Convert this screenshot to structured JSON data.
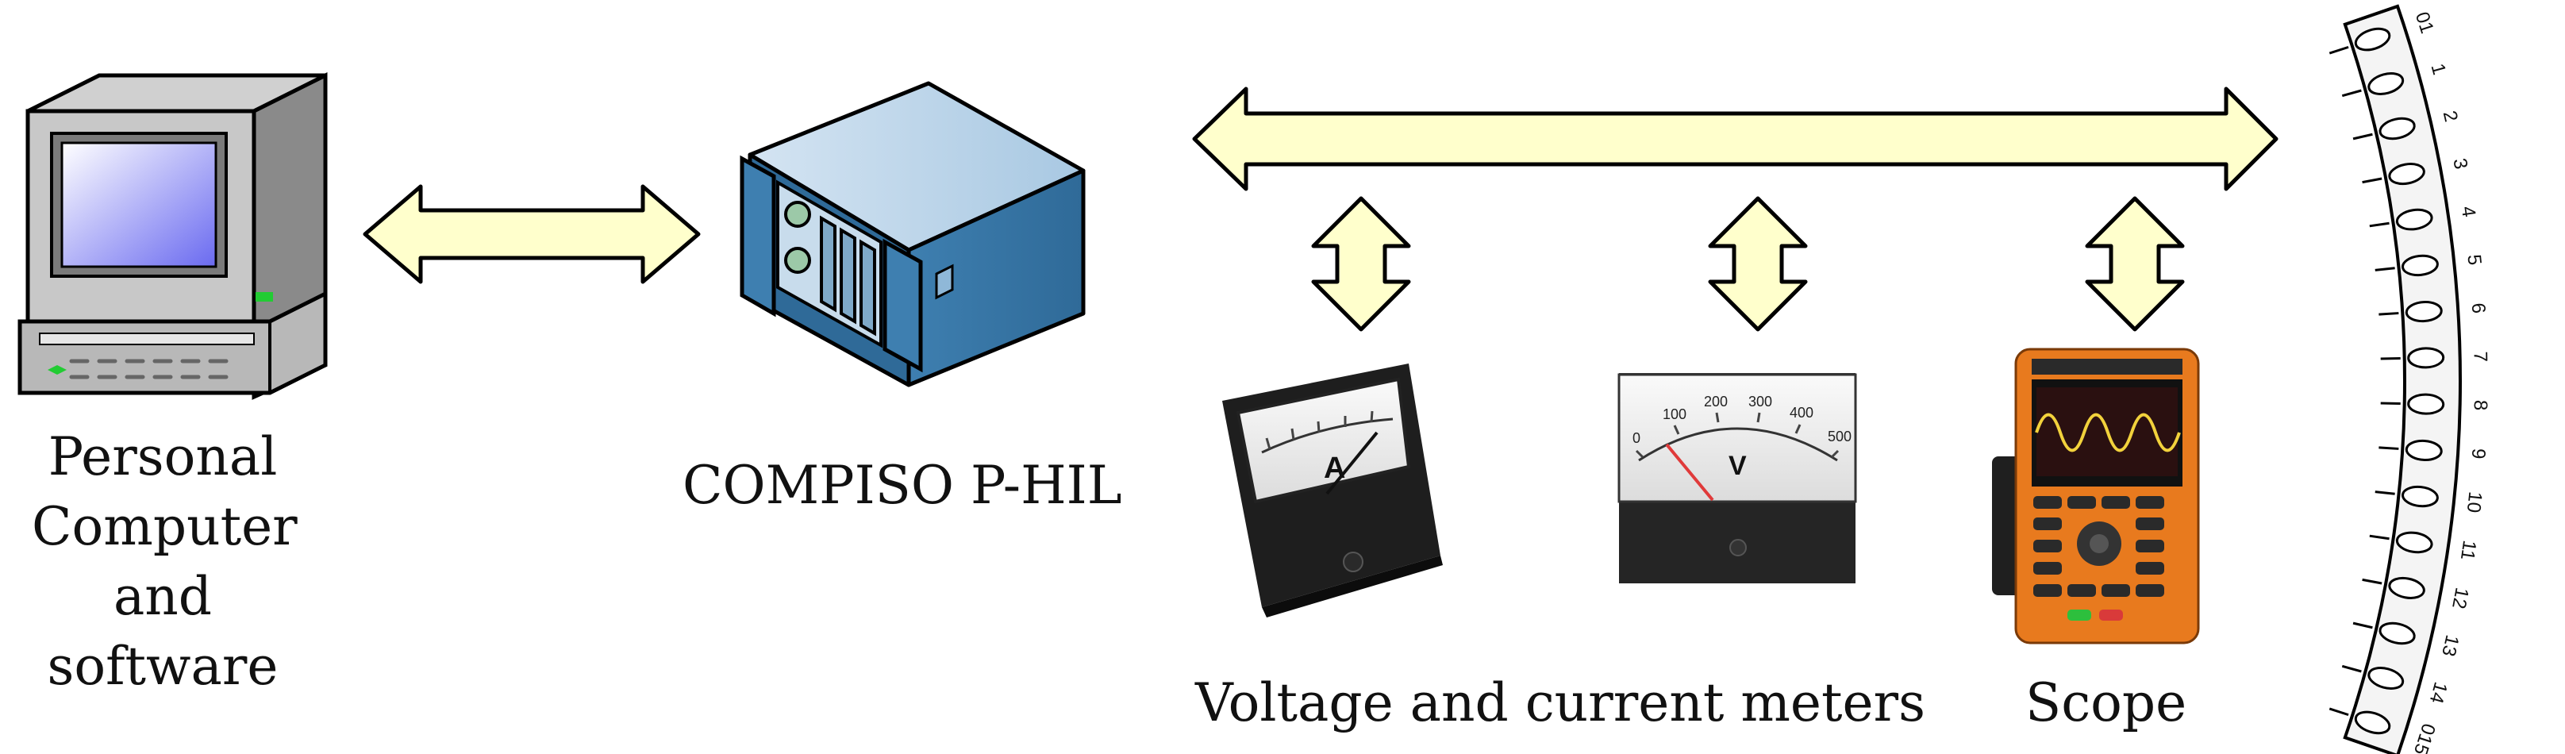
{
  "labels": {
    "pc_lines": [
      "Personal",
      "Computer",
      "and",
      "software"
    ],
    "hil": "COMPISO P-HIL",
    "meters": "Voltage and current meters",
    "scope": "Scope"
  },
  "ammeter": {
    "unit": "A"
  },
  "voltmeter": {
    "unit": "V",
    "scale": [
      "0",
      "100",
      "200",
      "300",
      "400",
      "500"
    ]
  },
  "scope_device": {
    "screen_trace": "sine"
  },
  "connector_strip": {
    "pin_numbers": [
      "01",
      "1",
      "2",
      "3",
      "4",
      "5",
      "6",
      "7",
      "8",
      "9",
      "10",
      "11",
      "12",
      "13",
      "14",
      "015"
    ]
  },
  "colors": {
    "arrow_fill": "#FFFFCC",
    "arrow_stroke": "#000000",
    "scope_body": "#E87A1E",
    "rack_blue": "#8FB8D8"
  }
}
